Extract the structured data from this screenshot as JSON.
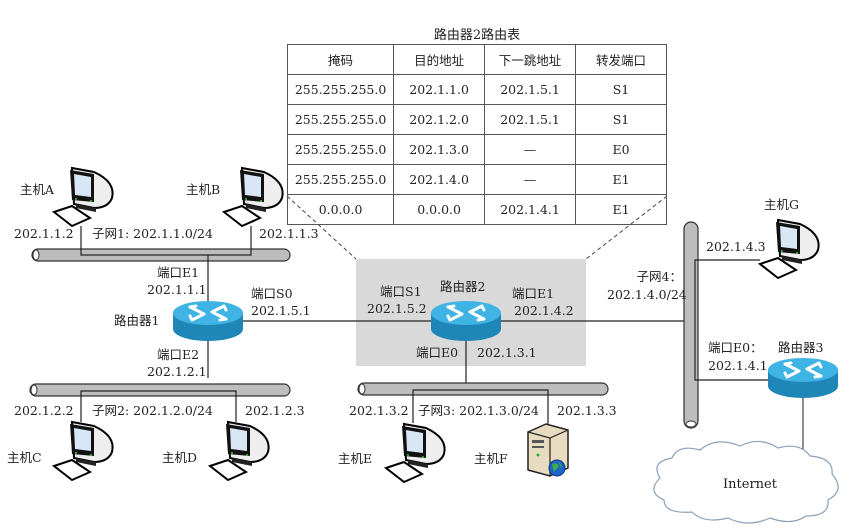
{
  "routing_table": {
    "title": "路由器2路由表",
    "headers": [
      "掩码",
      "目的地址",
      "下一跳地址",
      "转发端口"
    ],
    "rows": [
      [
        "255.255.255.0",
        "202.1.1.0",
        "202.1.5.1",
        "S1"
      ],
      [
        "255.255.255.0",
        "202.1.2.0",
        "202.1.5.1",
        "S1"
      ],
      [
        "255.255.255.0",
        "202.1.3.0",
        "—",
        "E0"
      ],
      [
        "255.255.255.0",
        "202.1.4.0",
        "—",
        "E1"
      ],
      [
        "0.0.0.0",
        "0.0.0.0",
        "202.1.4.1",
        "E1"
      ]
    ]
  },
  "hosts": {
    "A": {
      "name": "主机A",
      "ip": "202.1.1.2"
    },
    "B": {
      "name": "主机B",
      "ip": "202.1.1.3"
    },
    "C": {
      "name": "主机C",
      "ip": "202.1.2.2"
    },
    "D": {
      "name": "主机D",
      "ip": "202.1.2.3"
    },
    "E": {
      "name": "主机E",
      "ip": "202.1.3.2"
    },
    "F": {
      "name": "主机F",
      "ip": "202.1.3.3"
    },
    "G": {
      "name": "主机G",
      "ip": "202.1.4.3"
    }
  },
  "subnets": {
    "s1": "子网1:  202.1.1.0/24",
    "s2": "子网2: 202.1.2.0/24",
    "s3": "子网3: 202.1.3.0/24",
    "s4_name": "子网4：",
    "s4_addr": "202.1.4.0/24"
  },
  "routers": {
    "r1": {
      "name": "路由器1",
      "e1_port": "端口E1",
      "e1_ip": "202.1.1.1",
      "e2_port": "端口E2",
      "e2_ip": "202.1.2.1",
      "s0_port": "端口S0",
      "s0_ip": "202.1.5.1"
    },
    "r2": {
      "name": "路由器2",
      "s1_port": "端口S1",
      "s1_ip": "202.1.5.2",
      "e1_port": "端口E1",
      "e1_ip": "202.1.4.2",
      "e0_port": "端口E0",
      "e0_ip": "202.1.3.1"
    },
    "r3": {
      "name": "路由器3",
      "e0_port": "端口E0：",
      "e0_ip": "202.1.4.1"
    }
  },
  "internet_label": "Internet",
  "colors": {
    "router_top": "#3fb3e3",
    "router_side": "#1f86b8",
    "bus_fill": "#bdbdbd",
    "highlight_box": "#d9d9d9"
  }
}
